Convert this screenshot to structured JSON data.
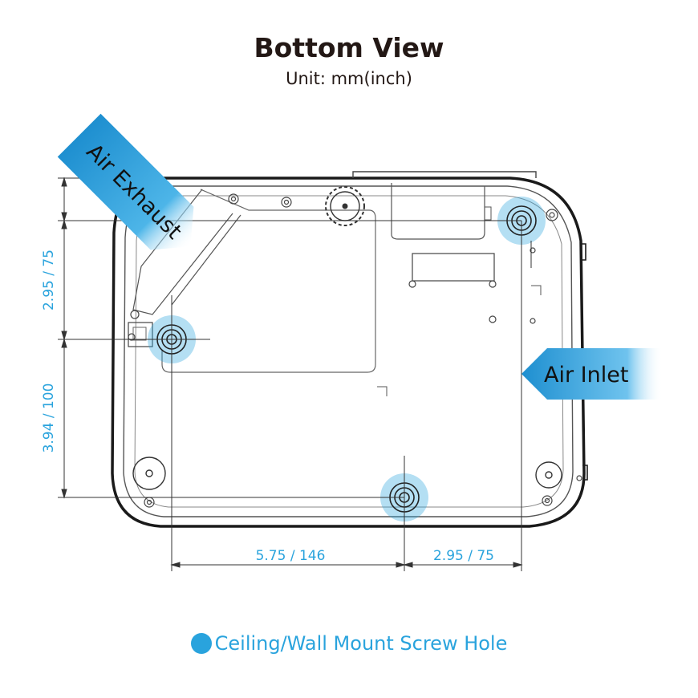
{
  "title": "Bottom View",
  "subtitle": "Unit: mm(inch)",
  "labels": {
    "air_exhaust": "Air Exhaust",
    "air_inlet": "Air Inlet"
  },
  "dimensions": {
    "left_upper": "2.95 / 75",
    "left_lower": "3.94 / 100",
    "bottom_left": "5.75 / 146",
    "bottom_right": "2.95 / 75"
  },
  "legend": {
    "label": "Ceiling/Wall Mount Screw Hole"
  },
  "colors": {
    "accent": "#29a3dd",
    "outline": "#1a1a1a",
    "text_dark": "#231815"
  }
}
